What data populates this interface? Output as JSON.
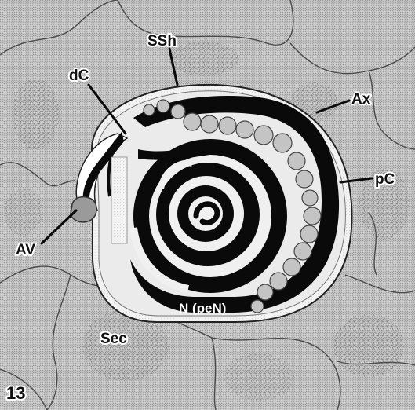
{
  "figure": {
    "number": "13",
    "labels": {
      "ssh": "SSh",
      "dc": "dC",
      "ax": "Ax",
      "pc": "pC",
      "av": "AV",
      "n": "N (peN)",
      "sec": "Sec"
    }
  },
  "colors": {
    "background": "#bdbdbd",
    "cell_outline": "#4a4a4a",
    "secretion_dots": "#8a8a8a",
    "sperm_body": "#efefef",
    "black": "#0a0a0a",
    "vesicle": "#c4c4c4"
  }
}
